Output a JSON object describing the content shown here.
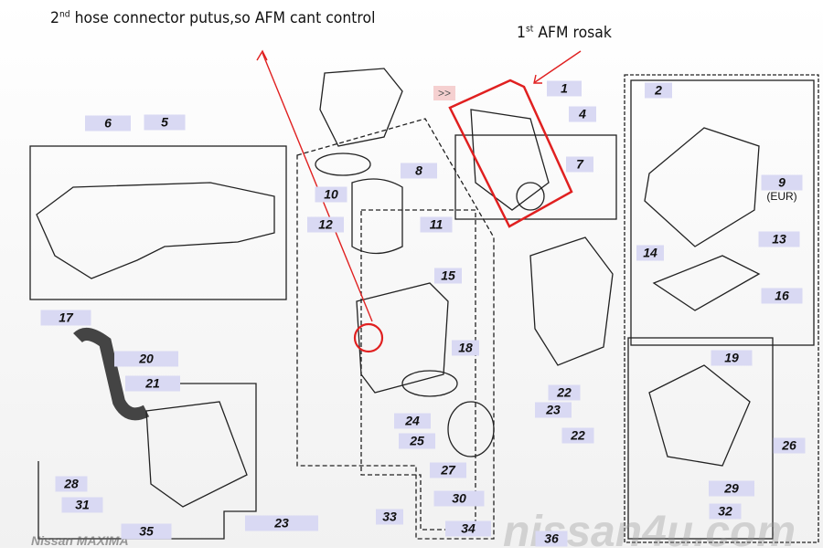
{
  "annotations": {
    "second": {
      "ordinal": "2",
      "suffix": "nd",
      "text": " hose connector putus,so AFM cant control"
    },
    "first": {
      "ordinal": "1",
      "suffix": "st",
      "text": " AFM rosak"
    },
    "red_color": "#e02020"
  },
  "chevron": ">>",
  "sub_label_eur": "(EUR)",
  "watermarks": {
    "brand": "Nissan MAXIMA",
    "site": "nissan4u.com"
  },
  "part_labels": [
    "1",
    "2",
    "4",
    "5",
    "6",
    "7",
    "8",
    "9",
    "10",
    "11",
    "12",
    "13",
    "14",
    "15",
    "16",
    "17",
    "18",
    "19",
    "20",
    "21",
    "22",
    "23",
    "22",
    "24",
    "25",
    "26",
    "27",
    "28",
    "29",
    "30",
    "31",
    "32",
    "33",
    "23",
    "34",
    "35",
    "36"
  ]
}
